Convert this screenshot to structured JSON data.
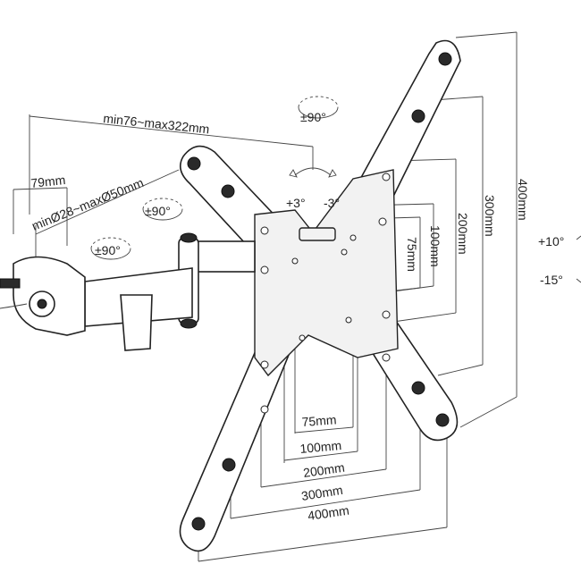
{
  "labels": {
    "arm_length": "min76~max322mm",
    "clamp_width": "79mm",
    "clamp_diameter": "minØ28~maxØ50mm",
    "rotate_top": "±90°",
    "rotate_arm": "±90°",
    "rotate_clamp": "±90°",
    "tilt_plus": "+3°",
    "tilt_minus": "-3°",
    "tilt_up": "+10°",
    "tilt_down": "-15°",
    "height_400": "400mm",
    "height_300": "300mm",
    "height_200": "200mm",
    "height_100": "100mm",
    "height_75": "75mm",
    "width_75": "75mm",
    "width_100": "100mm",
    "width_200": "200mm",
    "width_300": "300mm",
    "width_400": "400mm"
  },
  "colors": {
    "line": "#222222",
    "dimension": "#444444",
    "background": "#ffffff"
  }
}
